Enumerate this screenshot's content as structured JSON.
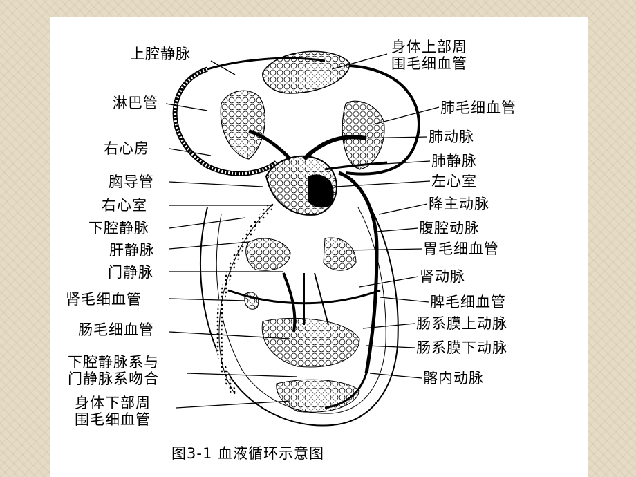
{
  "figure": {
    "caption": "图3-1  血液循环示意图",
    "left_labels": [
      "上腔静脉",
      "淋巴管",
      "右心房",
      "胸导管",
      "右心室",
      "下腔静脉",
      "肝静脉",
      "门静脉",
      "肾毛细血管",
      "肠毛细血管",
      "下腔静脉系与",
      "门静脉系吻合",
      "身体下部周",
      "围毛细血管"
    ],
    "right_labels": [
      "身体上部周",
      "围毛细血管",
      "肺毛细血管",
      "肺动脉",
      "肺静脉",
      "左心室",
      "降主动脉",
      "腹腔动脉",
      "胃毛细血管",
      "肾动脉",
      "脾毛细血管",
      "肠系膜上动脉",
      "肠系膜下动脉",
      "髂内动脉"
    ]
  }
}
